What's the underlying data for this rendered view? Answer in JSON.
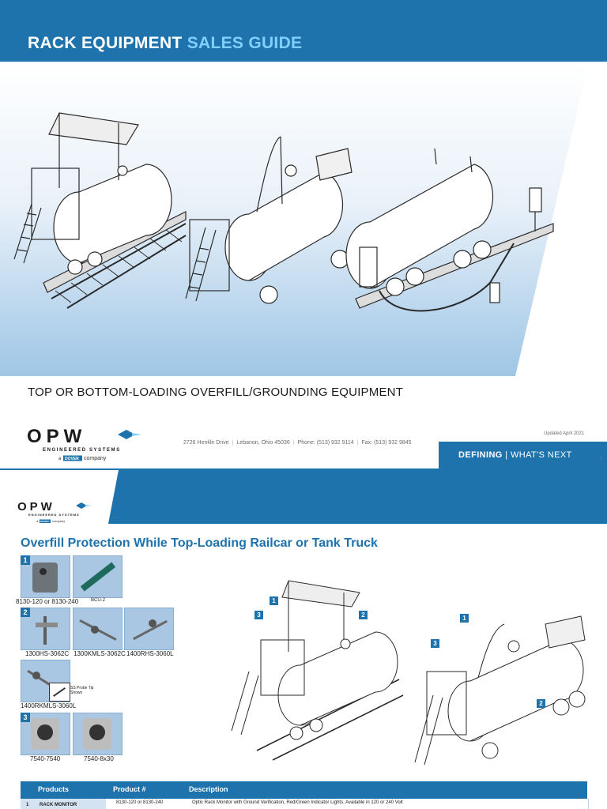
{
  "page1": {
    "title_main": "RACK EQUIPMENT",
    "title_accent": "SALES GUIDE",
    "subtitle": "TOP OR BOTTOM-LOADING OVERFILL/GROUNDING EQUIPMENT",
    "hero_images": [
      "railcar-loading-rack-illustration",
      "tank-truck-top-loading-illustration",
      "tank-truck-bottom-loading-illustration"
    ],
    "footer": {
      "brand": "OPW",
      "tagline": "ENGINEERED SYSTEMS",
      "parent_prefix": "a",
      "parent_brand": "DOVER",
      "parent_suffix": "company",
      "address": "2726 Henkle Drive",
      "city": "Lebanon, Ohio 45036",
      "phone": "Phone: (513) 932 9114",
      "fax": "Fax: (513) 932 9845",
      "updated": "Updated April 2021",
      "defining": "DEFINING",
      "whats_next": "WHAT'S NEXT",
      "page": "1"
    }
  },
  "page2": {
    "brand": "OPW",
    "tagline": "ENGINEERED SYSTEMS",
    "parent_prefix": "a",
    "parent_brand": "DOVER",
    "parent_suffix": "company",
    "section_title": "Overfill Protection While Top-Loading Railcar or Tank Truck",
    "products": [
      {
        "badge": "1",
        "caption": "8130-120 or 8130-240"
      },
      {
        "badge": "",
        "caption": "BCU-2"
      },
      {
        "badge": "2",
        "caption": "1300HS-3062C"
      },
      {
        "badge": "",
        "caption": "1300KMLS-3062C"
      },
      {
        "badge": "",
        "caption": "1400RHS-3060L"
      },
      {
        "badge": "",
        "caption": "1400RKMLS-3060L",
        "note": "SS Probe Tip Shown"
      },
      {
        "badge": "3",
        "caption": "7540-7540"
      },
      {
        "badge": "",
        "caption": "7540-8x30"
      }
    ],
    "callouts_rail": [
      "1",
      "2",
      "3"
    ],
    "callouts_truck": [
      "1",
      "2",
      "3"
    ],
    "table": {
      "headers": [
        "Products",
        "Product #",
        "Description"
      ],
      "row1": {
        "num": "1",
        "product": "RACK MONITOR",
        "product_no": "8130-120 or 8130-240",
        "description": "Optic Rack Monitor with Ground Verification, Red/Green Indicator Lights. Available in 120 or 240 Volt"
      }
    }
  },
  "colors": {
    "brand_blue": "#1f73ad",
    "accent_light": "#7fd0ff",
    "photo_bg": "#a9c7e2"
  }
}
